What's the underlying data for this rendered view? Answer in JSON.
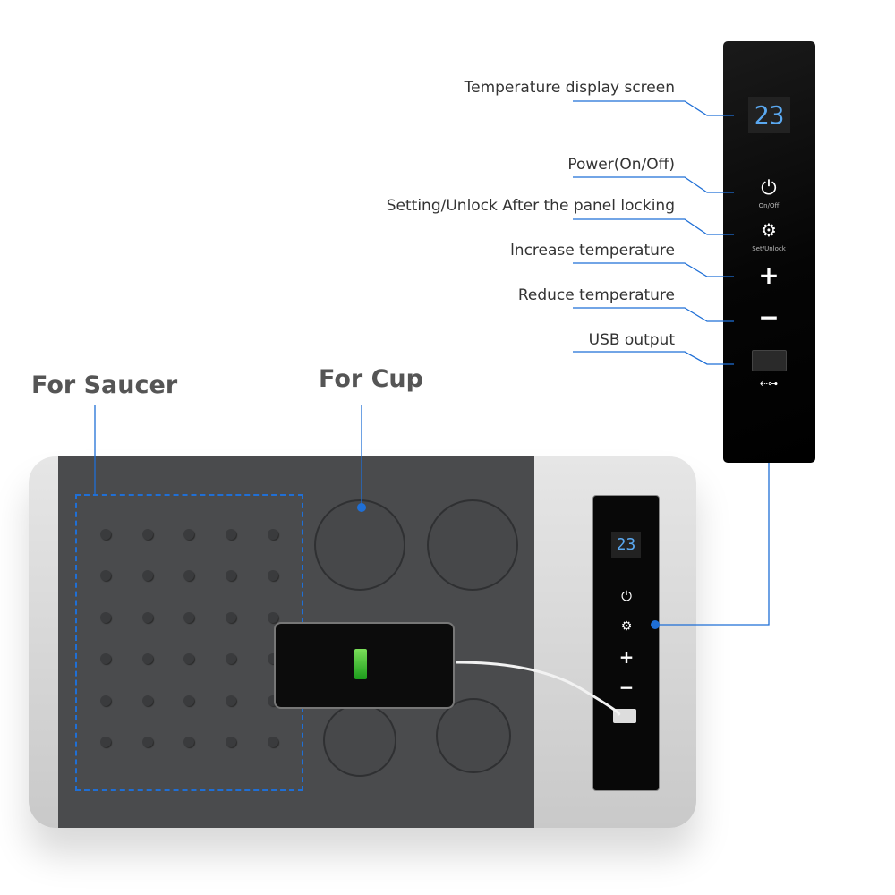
{
  "callouts": {
    "temperature_display": "Temperature display screen",
    "power": "Power(On/Off)",
    "setting": "Setting/Unlock After the panel locking",
    "increase": "lncrease temperature",
    "reduce": "Reduce temperature",
    "usb": "USB output"
  },
  "zones": {
    "saucer": "For Saucer",
    "cup": "For Cup"
  },
  "panel": {
    "temperature": "23",
    "power_label": "On/Off",
    "set_label": "Set/Unlock",
    "plus": "+",
    "minus": "−",
    "usb_symbol": "⭠"
  },
  "colors": {
    "accent": "#1f6fd6",
    "display": "#5aa8f0",
    "lid": "#4a4b4d"
  }
}
